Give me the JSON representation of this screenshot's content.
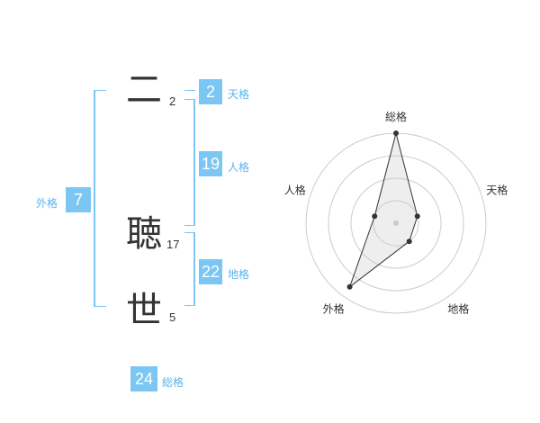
{
  "name": {
    "chars": [
      {
        "char": "二",
        "strokes": "2"
      },
      {
        "char": "聴",
        "strokes": "17"
      },
      {
        "char": "世",
        "strokes": "5"
      }
    ]
  },
  "kakusu": {
    "tenkaku": {
      "label": "天格",
      "value": "2"
    },
    "jinkaku": {
      "label": "人格",
      "value": "19"
    },
    "chikaku": {
      "label": "地格",
      "value": "22"
    },
    "gaikaku": {
      "label": "外格",
      "value": "7"
    },
    "soukaku": {
      "label": "総格",
      "value": "24"
    }
  },
  "colors": {
    "accent": "#7cc6f4",
    "label": "#5ab4ea",
    "text": "#333333"
  },
  "chart_data": {
    "type": "radar",
    "axes": [
      "総格",
      "天格",
      "地格",
      "外格",
      "人格"
    ],
    "values": [
      4,
      1,
      1,
      3.5,
      1
    ],
    "rmax": 4,
    "rings": 4
  }
}
